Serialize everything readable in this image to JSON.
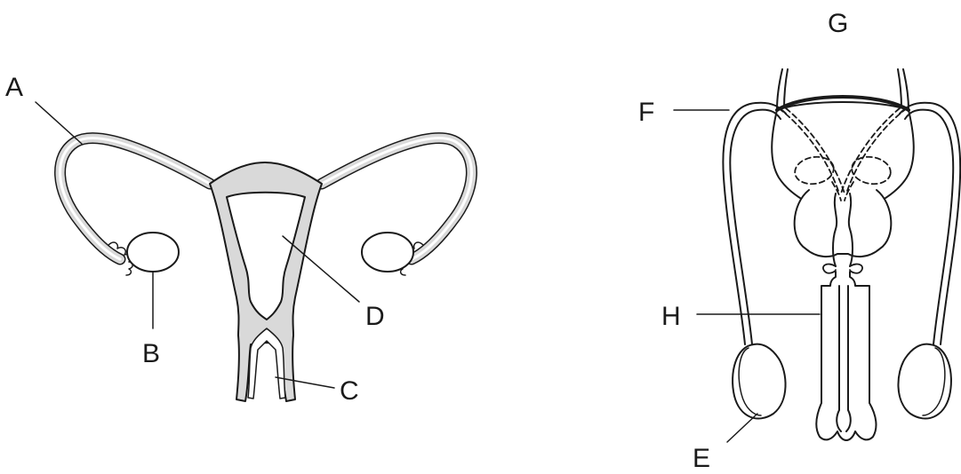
{
  "colors": {
    "stroke": "#1a1a1a",
    "fill": "#d9d9d9",
    "background": "#ffffff"
  },
  "female_system": {
    "labels": {
      "A": "A",
      "B": "B",
      "C": "C",
      "D": "D"
    }
  },
  "male_system": {
    "labels": {
      "E": "E",
      "F": "F",
      "G": "G",
      "H": "H"
    }
  }
}
